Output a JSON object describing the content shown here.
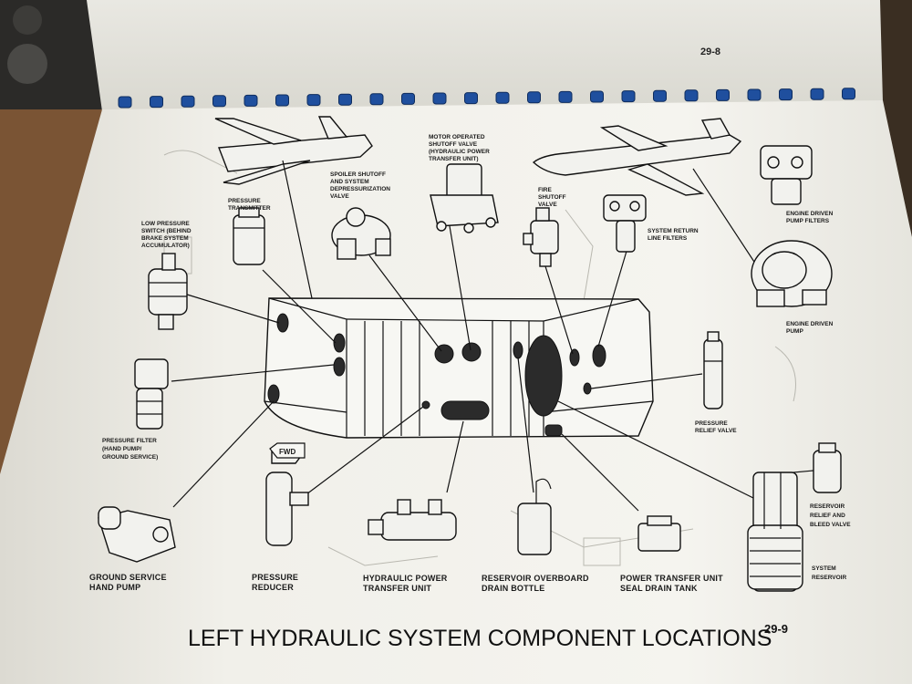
{
  "page_number": "29-8",
  "title": "LEFT HYDRAULIC SYSTEM COMPONENT LOCATIONS",
  "title_suffix": "29-9",
  "fwd_marker": "FWD",
  "labels": {
    "low_pressure_switch": [
      "LOW PRESSURE",
      "SWITCH (BEHIND",
      "BRAKE SYSTEM",
      "ACCUMULATOR)"
    ],
    "pressure_transmitter": [
      "PRESSURE",
      "TRANSMITTER"
    ],
    "spoiler_shutoff_valve": [
      "SPOILER SHUTOFF",
      "AND SYSTEM",
      "DEPRESSURIZATION",
      "VALVE"
    ],
    "motor_operated_shutoff_valve": [
      "MOTOR OPERATED",
      "SHUTOFF VALVE",
      "(HYDRAULIC POWER",
      "TRANSFER UNIT)"
    ],
    "fire_shutoff_valve": [
      "FIRE",
      "SHUTOFF",
      "VALVE"
    ],
    "system_return_line_filters": [
      "SYSTEM RETURN",
      "LINE FILTERS"
    ],
    "engine_driven_pump_filters": [
      "ENGINE DRIVEN",
      "PUMP FILTERS"
    ],
    "engine_driven_pump": [
      "ENGINE DRIVEN",
      "PUMP"
    ],
    "pressure_relief_valve": [
      "PRESSURE",
      "RELIEF VALVE"
    ],
    "pressure_filter": [
      "PRESSURE FILTER",
      "(HAND PUMP/",
      "GROUND SERVICE)"
    ],
    "reservoir_relief_bleed_valve": [
      "RESERVOIR",
      "RELIEF AND",
      "BLEED VALVE"
    ],
    "system_reservoir": [
      "SYSTEM",
      "RESERVOIR"
    ],
    "ground_service_hand_pump": [
      "GROUND SERVICE",
      "HAND PUMP"
    ],
    "pressure_reducer": [
      "PRESSURE",
      "REDUCER"
    ],
    "hydraulic_power_transfer_unit": [
      "HYDRAULIC POWER",
      "TRANSFER UNIT"
    ],
    "reservoir_overboard_drain_bottle": [
      "RESERVOIR OVERBOARD",
      "DRAIN BOTTLE"
    ],
    "power_transfer_unit_seal_drain_tank": [
      "POWER TRANSFER UNIT",
      "SEAL DRAIN TANK"
    ]
  },
  "colors": {
    "paper": "#f4f3ee",
    "ink": "#111111",
    "binding": "#1f4f9e",
    "desk": "#6b4a2e"
  }
}
